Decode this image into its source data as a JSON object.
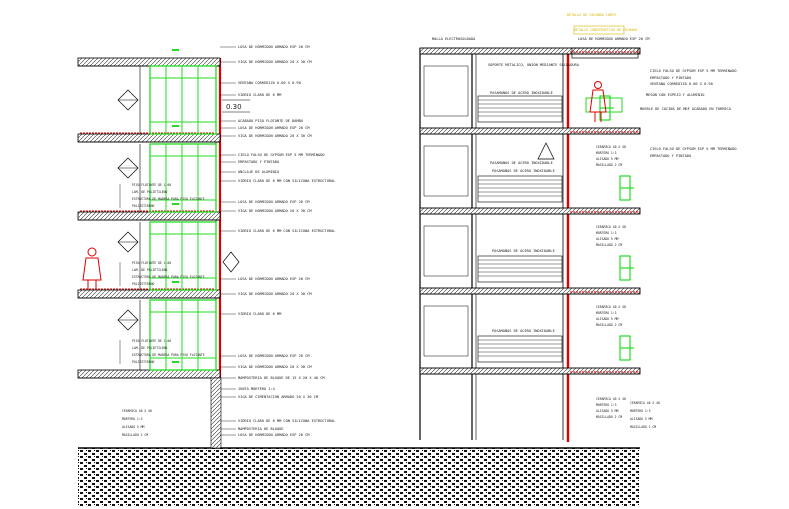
{
  "drawing": {
    "type": "architectural-section",
    "colors": {
      "structure": "#000000",
      "glazing": "#22dd22",
      "steel_column": "#e00000",
      "title_text": "#d4b400",
      "slab_hatch": "#333333"
    },
    "dimension_label": "0.30",
    "left_section": {
      "annotations": [
        "LOSA DE HORMIGON ARMADO ESP 20 CM",
        "VIGA DE HORMIGON ARMADO 20 X 30 CM",
        "VENTANA CORREDIZA 0.60 X 0.90",
        "VIDRIO CLARO DE 6 MM",
        "ACABADO PISO FLOTANTE DE BAMBU",
        "LOSA DE HORMIGON ARMADO ESP 20 CM",
        "VIGA DE HORMIGON ARMADO 20 X 30 CM",
        "CIELO FALSO DE GYPSUM ESP 5 MM TERMINADO",
        "EMPASTADO Y PINTADO",
        "ANCLAJE DE ALUMINIO",
        "VIDRIO CLARO DE 6 MM CON SILICONA ESTRUCTURAL",
        "LOSA DE HORMIGON ARMADO ESP 20 CM",
        "VIGA DE HORMIGON ARMADO 20 X 30 CM",
        "VIDRIO CLARO DE 6 MM CON SILICONA ESTRUCTURAL",
        "LOSA DE HORMIGON ARMADO ESP 20 CM",
        "VIGA DE HORMIGON ARMADO 20 X 30 CM",
        "VIDRIO CLARO DE 6 MM",
        "LOSA DE HORMIGON ARMADO ESP 20 CM",
        "VIGA DE HORMIGON ARMADO 20 X 30 CM",
        "MAMPOSTERIA DE BLOQUE DE 15 X 20 X 40 CM",
        "JUNTA MORTERO 1:4",
        "VIGA DE CIMENTACION ARMADO 20 X 30 CM",
        "VIDRIO CLARO DE 6 MM CON SILICONA ESTRUCTURAL",
        "MAMPOSTERIA DE BLOQUE",
        "LOSA DE HORMIGON ARMADO ESP 20 CM"
      ],
      "floor_stack": [
        [
          "PISO FLOTANTE DE 1.00",
          "LAM. DE POLIETILENO",
          "ESTRUCTURA DE MADERA PARA PISO FLOTANTE",
          "POLIESTIRENO"
        ],
        [
          "PISO FLOTANTE DE 1.00",
          "LAM. DE POLIETILENO",
          "ESTRUCTURA DE MADERA PARA PISO FLOTANTE",
          "POLIESTIRENO"
        ],
        [
          "PISO FLOTANTE DE 1.00",
          "LAM. DE POLIETILENO",
          "ESTRUCTURA DE MADERA PARA PISO FLOTANTE",
          "POLIESTIRENO"
        ]
      ],
      "ground_stack": [
        "CERAMICA 40 X 40",
        "MORTERO 1:3",
        "ALISADO 5 MM",
        "MASILLADO 2 CM"
      ]
    },
    "right_section": {
      "title_lines": [
        "DETALLE DE FACHADA CORTE",
        "DETALLE CONSTRUCTIVO DE FACHADA"
      ],
      "annotations": [
        "MALLA ELECTROSOLDADA",
        "LOSA DE HORMIGON ARMADO ESP 20 CM",
        "SOPORTE METALICO, UNION MEDIANTE SOLDADURA",
        "PASAMANOS DE ACERO INOXIDABLE",
        "CIELO FALSO DE GYPSUM ESP 5 MM TERMINADO",
        "EMPASTADO Y PINTADO",
        "VENTANA CORREDIZA 0.60 X 0.90",
        "MESON CON ESPEJO Y ALUMINIO",
        "MUEBLE DE COCINA DE MDF ACABADO EN FORMICA",
        "CIELO FALSO DE GYPSUM ESP 5 MM TERMINADO",
        "EMPASTADO Y PINTADO",
        "PASAMANOS DE ACERO INOXIDABLE",
        "PASAMANOS DE ACERO INOXIDABLE",
        "PASAMANOS DE ACERO INOXIDABLE",
        "PASAMANOS DE ACERO INOXIDABLE"
      ],
      "floor_stacks": [
        [
          "CERAMICA 40 X 40",
          "MORTERO 1:3",
          "ALISADO 5 MM",
          "MASILLADO 2 CM"
        ],
        [
          "CERAMICA 40 X 40",
          "MORTERO 1:3",
          "ALISADO 5 MM",
          "MASILLADO 2 CM"
        ],
        [
          "CERAMICA 40 X 40",
          "MORTERO 1:3",
          "ALISADO 5 MM",
          "MASILLADO 2 CM"
        ],
        [
          "CERAMICA 40 X 40",
          "MORTERO 1:3",
          "ALISADO 5 MM",
          "MASILLADO 2 CM"
        ]
      ],
      "ground_stack": [
        "CERAMICA 40 X 40",
        "MORTERO 1:3",
        "ALISADO 5 MM",
        "MASILLADO 2 CM"
      ]
    }
  }
}
